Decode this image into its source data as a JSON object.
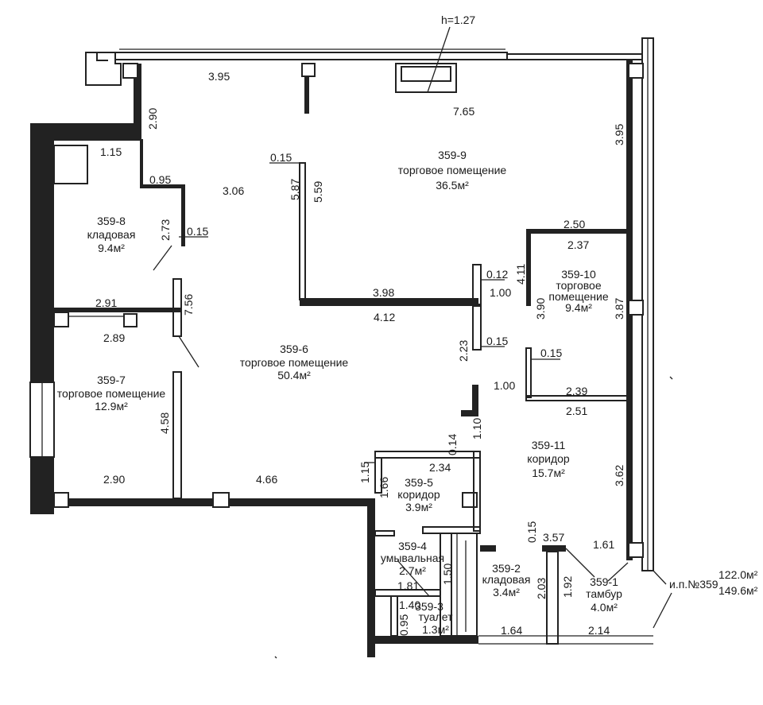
{
  "height_mark": "h=1.27",
  "rooms": {
    "r9": {
      "id": "359-9",
      "name": "торговое помещение",
      "area": "36.5м²"
    },
    "r8": {
      "id": "359-8",
      "name": "кладовая",
      "area": "9.4м²"
    },
    "r10": {
      "id": "359-10",
      "name1": "торговое",
      "name2": "помещение",
      "area": "9.4м²"
    },
    "r6": {
      "id": "359-6",
      "name": "торговое помещение",
      "area": "50.4м²"
    },
    "r7": {
      "id": "359-7",
      "name": "торговое помещение",
      "area": "12.9м²"
    },
    "r11": {
      "id": "359-11",
      "name": "коридор",
      "area": "15.7м²"
    },
    "r5": {
      "id": "359-5",
      "name": "коридор",
      "area": "3.9м²"
    },
    "r4": {
      "id": "359-4",
      "name": "умывальная",
      "area": "2.7м²"
    },
    "r3": {
      "id": "359-3",
      "name": "туалет",
      "area": "1.3м²"
    },
    "r2": {
      "id": "359-2",
      "name": "кладовая",
      "area": "3.4м²"
    },
    "r1": {
      "id": "359-1",
      "name": "тамбур",
      "area": "4.0м²"
    }
  },
  "summary": {
    "label": "и.п.№359",
    "area1": "122.0м²",
    "area2": "149.6м²"
  },
  "dims": {
    "d_395_top": "3.95",
    "d_765": "7.65",
    "d_395_right": "3.95",
    "d_290_v": "2.90",
    "d_115": "1.15",
    "d_095": "0.95",
    "d_306": "3.06",
    "d_015_a": "0.15",
    "d_587": "5.87",
    "d_559": "5.59",
    "d_273": "2.73",
    "d_015_b": "0.15",
    "d_250": "2.50",
    "d_237": "2.37",
    "d_411": "4.11",
    "d_012": "0.12",
    "d_398": "3.98",
    "d_100_a": "1.00",
    "d_390": "3.90",
    "d_387": "3.87",
    "d_291": "2.91",
    "d_756": "7.56",
    "d_412": "4.12",
    "d_289": "2.89",
    "d_223": "2.23",
    "d_015_c": "0.15",
    "d_015_d": "0.15",
    "d_100_b": "1.00",
    "d_239": "2.39",
    "d_251": "2.51",
    "d_458": "4.58",
    "d_110": "1.10",
    "d_014": "0.14",
    "d_234": "2.34",
    "d_115_b": "1.15",
    "d_290_h": "2.90",
    "d_466": "4.66",
    "d_166": "1.66",
    "d_362": "3.62",
    "d_015_e": "0.15",
    "d_357": "3.57",
    "d_161": "1.61",
    "d_150": "1.50",
    "d_203": "2.03",
    "d_192": "1.92",
    "d_181": "1.81",
    "d_140": "1.40",
    "d_095_b": "0.95",
    "d_164": "1.64",
    "d_214": "2.14"
  }
}
